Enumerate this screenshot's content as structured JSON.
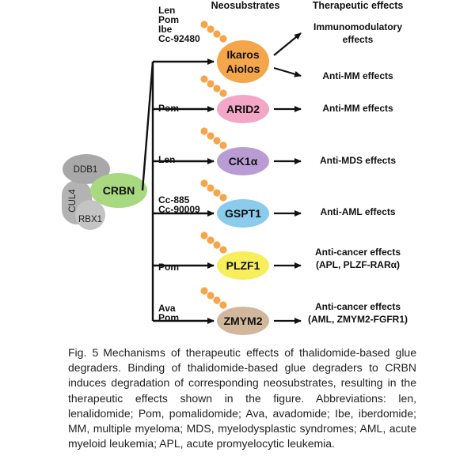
{
  "headers": {
    "neosubstrates": "Neosubstrates",
    "therapeutic": "Therapeutic effects"
  },
  "complex": {
    "ddb1": "DDB1",
    "cul4": "CUL4",
    "rbx1": "RBX1",
    "crbn": "CRBN"
  },
  "rows": [
    {
      "drugs": [
        "Len",
        "Pom",
        "Ibe",
        "Cc-92480"
      ],
      "neosubstrate": [
        "Ikaros",
        "Aiolos"
      ],
      "color": "#f5a54a",
      "effects": [
        [
          "Immunomodulatory",
          "effects"
        ],
        [
          "Anti-MM effects"
        ]
      ]
    },
    {
      "drugs": [
        "Pom"
      ],
      "neosubstrate": [
        "ARID2"
      ],
      "color": "#f3a6c6",
      "effects": [
        [
          "Anti-MM effects"
        ]
      ]
    },
    {
      "drugs": [
        "Len"
      ],
      "neosubstrate": [
        "CK1α"
      ],
      "color": "#b99cd3",
      "effects": [
        [
          "Anti-MDS effects"
        ]
      ]
    },
    {
      "drugs": [
        "Cc-885",
        "Cc-90009"
      ],
      "neosubstrate": [
        "GSPT1"
      ],
      "color": "#8bcbeb",
      "effects": [
        [
          "Anti-AML effects"
        ]
      ]
    },
    {
      "drugs": [
        "Pom"
      ],
      "neosubstrate": [
        "PLZF1"
      ],
      "color": "#f6ee5a",
      "effects": [
        [
          "Anti-cancer effects",
          "(APL, PLZF-RARα)"
        ]
      ]
    },
    {
      "drugs": [
        "Ava",
        "Pom"
      ],
      "neosubstrate": [
        "ZMYM2"
      ],
      "color": "#d3b79c",
      "effects": [
        [
          "Anti-cancer effects",
          "(AML, ZMYM2-FGFR1)"
        ]
      ]
    }
  ],
  "caption": {
    "label": "Fig. 5",
    "text": "Mechanisms of therapeutic effects of thalidomide-based glue degraders. Binding of thalidomide-based glue degraders to CRBN induces degradation of corresponding neosubstrates, resulting in the therapeutic effects shown in the figure. Abbreviations: len, lenalidomide; Pom, pomalidomide; Ava, avadomide; Ibe, iberdomide; MM, multiple myeloma; MDS, myelodysplastic syndromes; AML, acute myeloid leukemia; APL, acute promyelocytic leukemia."
  },
  "colors": {
    "ubiquitin": "#f5a54a",
    "crbn": "#a8d880",
    "complex_gray": "#b3b3b3",
    "arrow": "#111111"
  }
}
